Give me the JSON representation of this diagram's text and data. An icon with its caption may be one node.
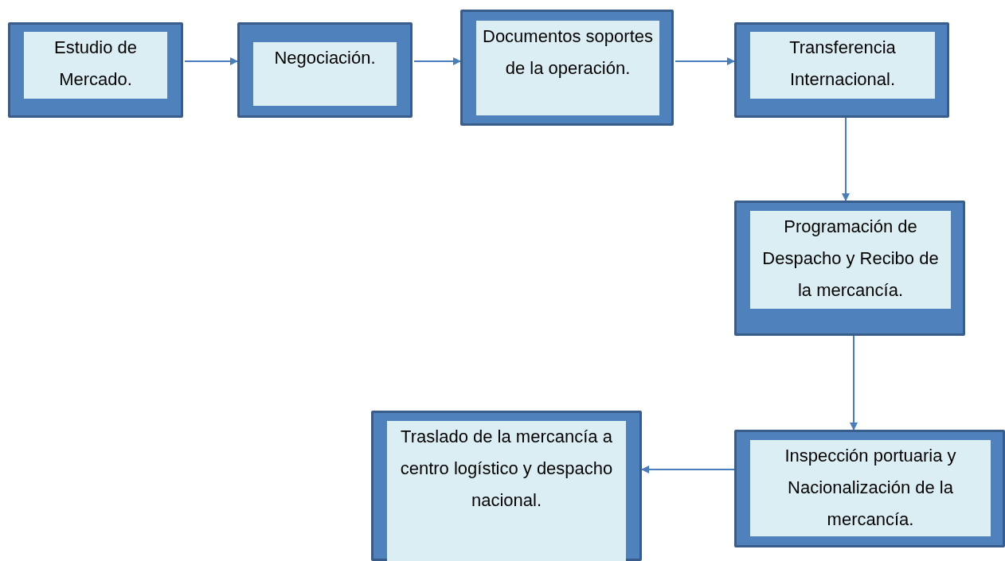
{
  "diagram": {
    "nodes": [
      {
        "text": [
          "Estudio de Mercado."
        ]
      },
      {
        "text": [
          "Negociación."
        ]
      },
      {
        "text": [
          "Documentos soportes de la operación."
        ]
      },
      {
        "text": [
          "Transferencia Internacional."
        ]
      },
      {
        "text": [
          "Programación de Despacho y Recibo de la mercancía."
        ]
      },
      {
        "text": [
          "Inspección portuaria y Nacionalización de la mercancía."
        ]
      },
      {
        "text": [
          "Traslado de la mercancía a centro logístico y despacho nacional."
        ]
      }
    ],
    "edges": [
      {
        "from": 0,
        "to": 1,
        "arrow": "to"
      },
      {
        "from": 1,
        "to": 2,
        "arrow": "to"
      },
      {
        "from": 2,
        "to": 3,
        "arrow": "to"
      },
      {
        "from": 3,
        "to": 4,
        "arrow": "to"
      },
      {
        "from": 4,
        "to": 5,
        "arrow": "to"
      },
      {
        "from": 5,
        "to": 6,
        "arrow": "to"
      }
    ]
  }
}
